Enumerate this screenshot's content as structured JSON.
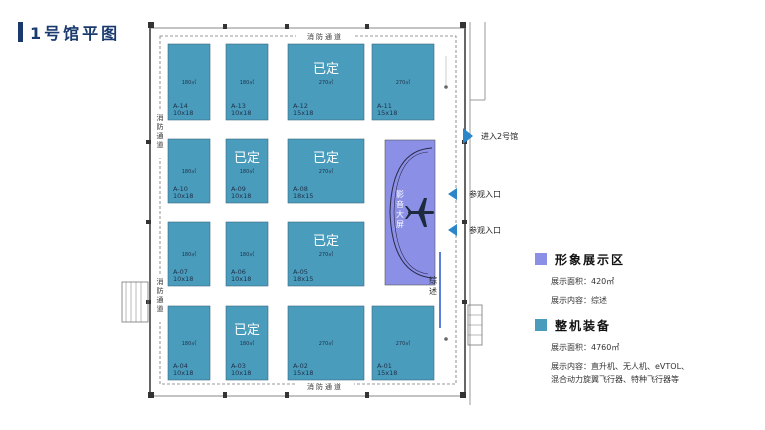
{
  "title": "1号馆平图",
  "corridor_label": "消防通道",
  "entrances": {
    "hall2": "进入2号馆",
    "visit1": "参观入口",
    "visit2": "参观入口"
  },
  "screen": {
    "label_v1": "影",
    "label_v2": "音",
    "label_v3": "大",
    "label_v4": "屏"
  },
  "walk": {
    "c1": "综",
    "c2": "述"
  },
  "reserved_text": "已定",
  "booths": [
    {
      "id": "A-14",
      "size": "10x18",
      "area": "180㎡"
    },
    {
      "id": "A-13",
      "size": "10x18",
      "area": "180㎡"
    },
    {
      "id": "A-12",
      "size": "15x18",
      "area": "270㎡"
    },
    {
      "id": "A-11",
      "size": "15x18",
      "area": "270㎡"
    },
    {
      "id": "A-10",
      "size": "10x18",
      "area": "180㎡"
    },
    {
      "id": "A-09",
      "size": "10x18",
      "area": "180㎡"
    },
    {
      "id": "A-08",
      "size": "18x15",
      "area": "270㎡"
    },
    {
      "id": "A-07",
      "size": "10x18",
      "area": "180㎡"
    },
    {
      "id": "A-06",
      "size": "10x18",
      "area": "180㎡"
    },
    {
      "id": "A-05",
      "size": "18x15",
      "area": "270㎡"
    },
    {
      "id": "A-04",
      "size": "10x18",
      "area": "180㎡"
    },
    {
      "id": "A-03",
      "size": "10x18",
      "area": "180㎡"
    },
    {
      "id": "A-02",
      "size": "15x18",
      "area": "270㎡"
    },
    {
      "id": "A-01",
      "size": "15x18",
      "area": "270㎡"
    }
  ],
  "legend": {
    "image_zone": {
      "title": "形象展示区",
      "area": "展示面积：420㎡",
      "content": "展示内容：综述",
      "color": "#8b8fe6"
    },
    "aircraft": {
      "title": "整机装备",
      "area": "展示面积：4760㎡",
      "content_line1": "展示内容：直升机、无人机、eVTOL、",
      "content_line2": "混合动力旋翼飞行器、特种飞行器等",
      "color": "#4a9cbc"
    }
  },
  "colors": {
    "booth": "#4a9cbc",
    "image_zone": "#8b8fe6",
    "title": "#1a3a6e",
    "arrow": "#2a86c7"
  }
}
